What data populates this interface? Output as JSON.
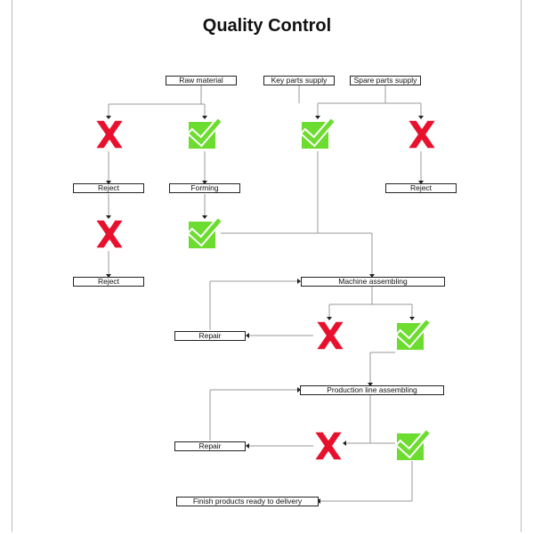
{
  "title": "Quality Control",
  "colors": {
    "reject": "#e8112d",
    "pass": "#6cdc2e",
    "line": "#9a9a9a",
    "arrow": "#222222"
  },
  "nodes": {
    "raw_material": "Raw material",
    "key_parts_supply": "Key parts supply",
    "spare_parts_supply": "Spare parts supply",
    "reject_1": "Reject",
    "forming": "Forming",
    "reject_2": "Reject",
    "reject_3": "Reject",
    "machine_assembling": "Machine assembling",
    "repair_1": "Repair",
    "production_line_assembling": "Production line assembling",
    "repair_2": "Repair",
    "finish_products": "Finish products ready to delivery"
  },
  "icons": {
    "pass": "green-check-icon",
    "fail": "red-x-icon"
  }
}
